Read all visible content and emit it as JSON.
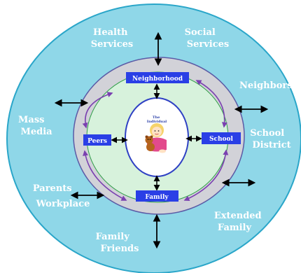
{
  "colors": {
    "outer_ring": "#8fd7e8",
    "outer_ring_stroke": "#2aa6c9",
    "mid_ring": "#d2d2d8",
    "mid_ring_stroke": "#5b5ba6",
    "inner_ring": "#d7f2dc",
    "inner_ring_stroke": "#2f9f47",
    "center": "#ffffff",
    "center_stroke": "#2f41c4",
    "label_box": "#2a3fe6",
    "curved_arrow": "#7a40b0",
    "arrow": "#000000"
  },
  "center": {
    "label": "The Individual"
  },
  "micro_boxes": [
    {
      "id": "neighborhood",
      "label": "Neighborhood"
    },
    {
      "id": "peers",
      "label": "Peers"
    },
    {
      "id": "school",
      "label": "School"
    },
    {
      "id": "family",
      "label": "Family"
    }
  ],
  "outer_labels": [
    {
      "id": "health-services",
      "lines": [
        "Health",
        "Services"
      ]
    },
    {
      "id": "social-services",
      "lines": [
        "Social",
        "Services"
      ]
    },
    {
      "id": "neighbors",
      "lines": [
        "Neighbors"
      ]
    },
    {
      "id": "school-district",
      "lines": [
        "School",
        "District"
      ]
    },
    {
      "id": "extended-family",
      "lines": [
        "Extended",
        "Family"
      ]
    },
    {
      "id": "family-friends",
      "lines": [
        "Family",
        "Friends"
      ]
    },
    {
      "id": "parents-workplace",
      "lines": [
        "Parents",
        "Workplace"
      ]
    },
    {
      "id": "mass-media",
      "lines": [
        "Mass",
        "Media"
      ]
    }
  ]
}
